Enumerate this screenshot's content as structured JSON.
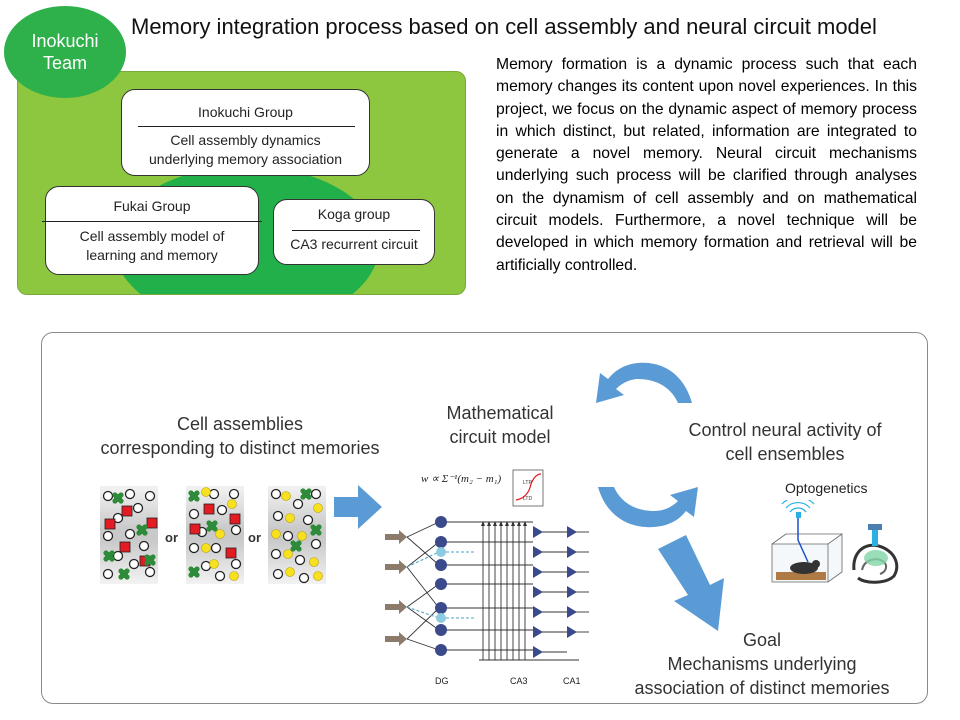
{
  "team": {
    "line1": "Inokuchi",
    "line2": "Team"
  },
  "title": "Memory integration process based on cell assembly and neural circuit model",
  "groups": [
    {
      "name": "Inokuchi  Group",
      "desc": [
        "Cell assembly dynamics",
        "underlying  memory association"
      ]
    },
    {
      "name": "Fukai Group",
      "desc": [
        "Cell assembly model of",
        "learning and memory"
      ]
    },
    {
      "name": "Koga group",
      "desc": [
        "CA3 recurrent  circuit"
      ]
    }
  ],
  "description": "Memory formation is a dynamic process such that each memory changes its content upon novel experiences. In this project, we focus on the dynamic aspect of memory process in which distinct, but related, information are integrated to generate a novel memory. Neural circuit mechanisms underlying such process will be clarified through analyses on the dynamism of cell assembly and on mathematical circuit models. Furthermore, a novel technique will be developed in which memory formation and retrieval will be artificially controlled.",
  "diagram": {
    "cell_assemblies": [
      "Cell assemblies",
      "corresponding to distinct memories"
    ],
    "or_label": "or",
    "math_model": [
      "Mathematical",
      "circuit model"
    ],
    "formula": "w ∝ Σ⁻¹(m₂ − m₁)",
    "ltp": "LTP",
    "ltd": "LTD",
    "regions": [
      "DG",
      "CA3",
      "CA1"
    ],
    "control": [
      "Control neural activity of",
      "cell ensembles"
    ],
    "optogenetics": "Optogenetics",
    "goal": [
      "Goal",
      "Mechanisms underlying",
      "association of distinct memories"
    ]
  },
  "colors": {
    "team_badge": "#2eb04a",
    "panel_light_green": "#8dc63f",
    "panel_dark_green": "#22b04b",
    "arrow_blue": "#5b9bd5",
    "marker_red": "#e31b23",
    "marker_green": "#2e8b3a",
    "marker_yellow": "#f7e01e"
  }
}
